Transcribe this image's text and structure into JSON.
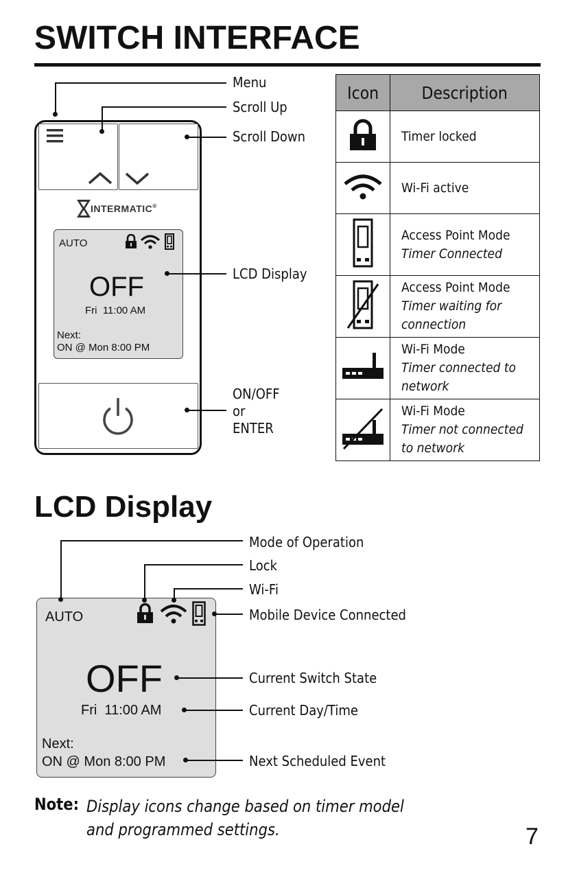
{
  "page_title": "SWITCH INTERFACE",
  "device": {
    "brand": "INTERMATIC",
    "brand_mark": "®",
    "lcd": {
      "mode": "AUTO",
      "state": "OFF",
      "daytime": "Fri  11:00 AM",
      "next_label": "Next:",
      "next_event": "ON @ Mon 8:00 PM"
    }
  },
  "device_callouts": {
    "menu": "Menu",
    "scroll_up": "Scroll Up",
    "scroll_down": "Scroll Down",
    "lcd_display": "LCD Display",
    "power_line1": "ON/OFF",
    "power_line2": "or",
    "power_line3": "ENTER"
  },
  "icon_table": {
    "header_icon": "Icon",
    "header_description": "Description",
    "rows": [
      {
        "icon": "lock-icon",
        "title": "Timer locked",
        "subtitle": "",
        "subtitle2": ""
      },
      {
        "icon": "wifi-icon",
        "title": "Wi-Fi active",
        "subtitle": "",
        "subtitle2": ""
      },
      {
        "icon": "mobile-device-icon",
        "title": "Access Point Mode",
        "subtitle": "Timer Connected",
        "subtitle2": ""
      },
      {
        "icon": "mobile-device-slashed-icon",
        "title": "Access Point Mode",
        "subtitle": "Timer waiting for",
        "subtitle2": "connection"
      },
      {
        "icon": "router-icon",
        "title": "Wi-Fi Mode",
        "subtitle": "Timer connected to",
        "subtitle2": "network"
      },
      {
        "icon": "router-slashed-icon",
        "title": "Wi-Fi Mode",
        "subtitle": "Timer not connected",
        "subtitle2": "to network"
      }
    ]
  },
  "lcd_section": {
    "title": "LCD Display",
    "lcd": {
      "mode": "AUTO",
      "state": "OFF",
      "daytime": "Fri  11:00 AM",
      "next_label": "Next:",
      "next_event": "ON @ Mon 8:00 PM"
    },
    "callouts": {
      "mode": "Mode of Operation",
      "lock": "Lock",
      "wifi": "Wi-Fi",
      "mobile": "Mobile Device Connected",
      "state": "Current Switch State",
      "daytime": "Current Day/Time",
      "next": "Next Scheduled Event"
    }
  },
  "note": {
    "label": "Note:",
    "line1": "Display icons change based on timer model",
    "line2": "and programmed settings."
  },
  "page_number": "7",
  "colors": {
    "ink": "#111111",
    "lcd_bg": "#dedede",
    "table_header_bg": "#a8a8a8"
  }
}
